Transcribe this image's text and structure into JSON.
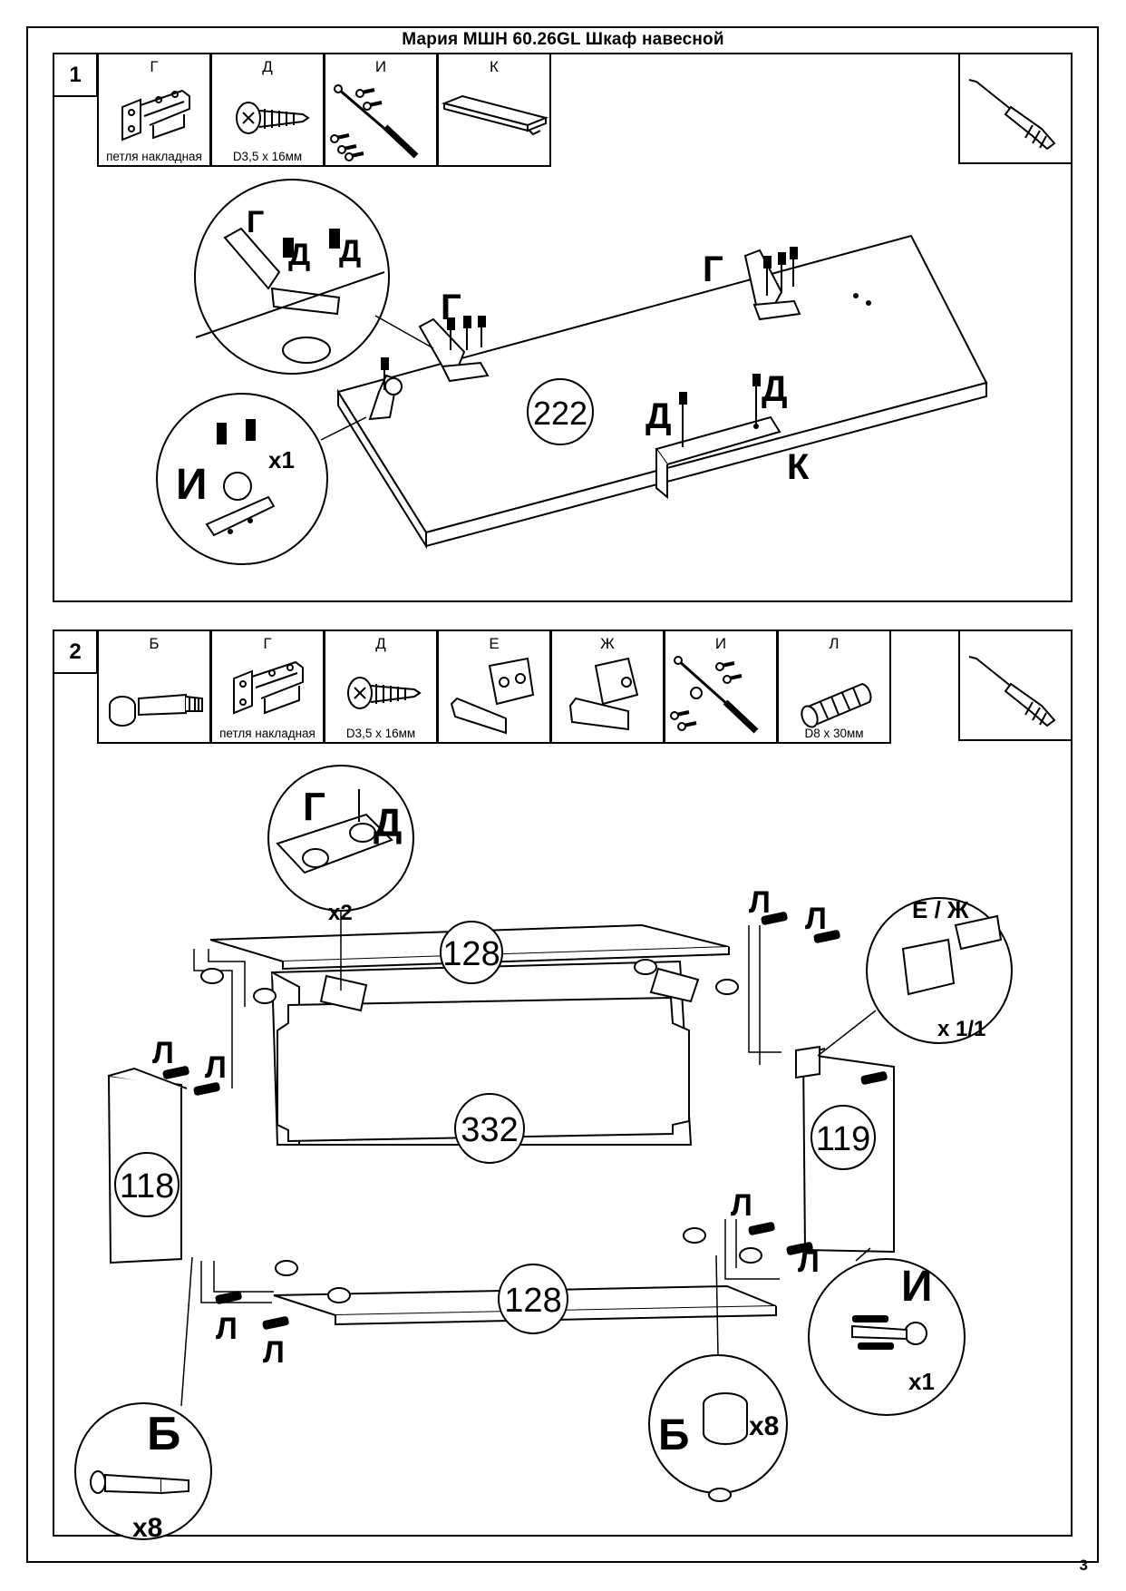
{
  "title": "Мария МШН 60.26GL Шкаф навесной",
  "page_number": "3",
  "step1": {
    "number": "1",
    "parts": [
      {
        "letter": "Г",
        "caption": "петля накладная"
      },
      {
        "letter": "Д",
        "caption": "D3,5 x 16мм"
      },
      {
        "letter": "И",
        "caption": ""
      },
      {
        "letter": "К",
        "caption": ""
      }
    ],
    "panel_label": "222",
    "callouts": {
      "g1": "Г",
      "g2": "Г",
      "g3": "Г",
      "d1": "Д",
      "d2": "Д",
      "d3": "Д",
      "d4": "Д",
      "k": "К",
      "i": "И",
      "x1": "x1"
    }
  },
  "step2": {
    "number": "2",
    "parts": [
      {
        "letter": "Б",
        "caption": ""
      },
      {
        "letter": "Г",
        "caption": "петля накладная"
      },
      {
        "letter": "Д",
        "caption": "D3,5 x 16мм"
      },
      {
        "letter": "Е",
        "caption": ""
      },
      {
        "letter": "Ж",
        "caption": ""
      },
      {
        "letter": "И",
        "caption": ""
      },
      {
        "letter": "Л",
        "caption": "D8 x 30мм"
      }
    ],
    "panels": {
      "top": "128",
      "back": "332",
      "left": "118",
      "right": "119",
      "bottom": "128"
    },
    "callouts": {
      "hinge_g": "Г",
      "hinge_d": "Д",
      "hinge_qty": "x2",
      "ezh": "Е / Ж",
      "ezh_qty": "x 1/1",
      "dowel": "Л",
      "b_left": "Б",
      "b_left_qty": "x8",
      "b_right": "Б",
      "b_right_qty": "x8",
      "i": "И",
      "i_qty": "x1"
    }
  }
}
